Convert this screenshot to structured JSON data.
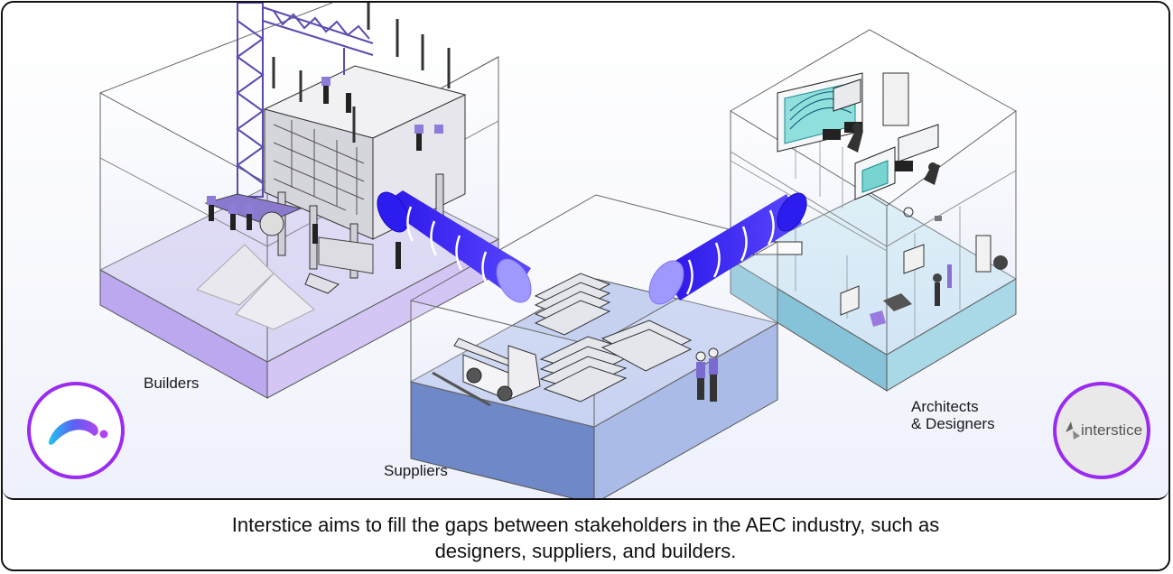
{
  "labels": {
    "builders": "Builders",
    "suppliers": "Suppliers",
    "architects_line1": "Architects",
    "architects_line2": "& Designers"
  },
  "logo_right": {
    "text": "interstice"
  },
  "caption": {
    "line1": "Interstice aims to fill the gaps between stakeholders in the AEC industry, such as",
    "line2": "designers, suppliers, and builders."
  },
  "colors": {
    "builders_floor": "#cbbcf0",
    "suppliers_floor": "#7f96cf",
    "architects_floor": "#a8d6e4",
    "connector": "#2d1cf0",
    "logo_ring": "#9b2bf0"
  }
}
